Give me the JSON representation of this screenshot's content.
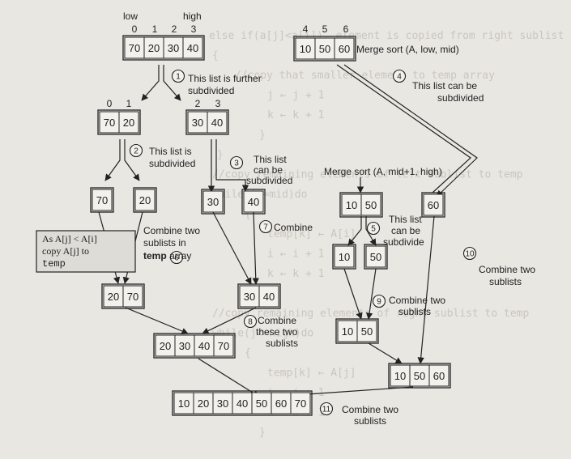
{
  "colors": {
    "paper": "#e9e7e2",
    "cell_fill": "#f3f1ec",
    "ink": "#222222",
    "ghost": "#c9c6c0",
    "note_fill": "#dedcd7"
  },
  "headers": {
    "low": "low",
    "high": "high",
    "top_indices": [
      "0",
      "1",
      "2",
      "3"
    ],
    "right_indices": [
      "4",
      "5",
      "6"
    ],
    "left_half_indices": [
      "0",
      "1"
    ],
    "right_half_indices": [
      "2",
      "3"
    ]
  },
  "arrays": {
    "top_list": [
      "70",
      "20",
      "30",
      "40"
    ],
    "top_right_list": [
      "10",
      "50",
      "60"
    ],
    "left_half": [
      "70",
      "20"
    ],
    "right_half": [
      "30",
      "40"
    ],
    "single_70": [
      "70"
    ],
    "single_20": [
      "20"
    ],
    "single_30": [
      "30"
    ],
    "single_40": [
      "40"
    ],
    "pair_10_50": [
      "10",
      "50"
    ],
    "single_60": [
      "60"
    ],
    "single_10": [
      "10"
    ],
    "single_50": [
      "50"
    ],
    "merged_20_70": [
      "20",
      "70"
    ],
    "merged_30_40": [
      "30",
      "40"
    ],
    "merged_10_50": [
      "10",
      "50"
    ],
    "merged_20_30_40_70": [
      "20",
      "30",
      "40",
      "70"
    ],
    "merged_10_50_60": [
      "10",
      "50",
      "60"
    ],
    "final_list": [
      "10",
      "20",
      "30",
      "40",
      "50",
      "60",
      "70"
    ]
  },
  "labels": {
    "merge_sort_low_mid": "Merge sort (A, low, mid)",
    "merge_sort_mid_high": "Merge sort (A, mid+1, high)",
    "step1_line1": "This list is further",
    "step1_line2": "subdivided",
    "step2_line1": "This list is",
    "step2_line2": "subdivided",
    "step3_line1": "This list",
    "step3_line2": "can be",
    "step3_line3": "subdivided",
    "step4_line1": "This list can be",
    "step4_line2": "subdivided",
    "step5_line1": "This list",
    "step5_line2": "can be",
    "step5_line3": "subdivide",
    "step6_line1": "Combine two",
    "step6_line2": "sublists in",
    "step6_bold": "temp",
    "step6_tail": " array",
    "step7": "Combine",
    "step8_line1": "Combine",
    "step8_line2": "these two",
    "step8_line3": "sublists",
    "step9_line1": "Combine two",
    "step9_line2": "sublists",
    "step10_line1": "Combine two",
    "step10_line2": "sublists",
    "step11_line1": "Combine two",
    "step11_line2": "sublists",
    "note_line1": "As A[j] < A[i]",
    "note_line2": "copy A[j] to",
    "note_line3": "temp"
  },
  "steps": [
    "1",
    "2",
    "3",
    "4",
    "5",
    "6",
    "7",
    "8",
    "9",
    "10",
    "11"
  ],
  "background_code": [
    "else if(a[j]<a[i]), element is copied from right sublist",
    "{",
    "//copy that smaller element to temp array",
    "j ← j + 1",
    "k ← k + 1",
    "}",
    "}",
    "//copy remaining elements of left sublist to temp",
    "while(i<=mid)do",
    "{",
    "temp[k] ← A[i]",
    "i ← i + 1",
    "k ← k + 1",
    "}",
    "//copy remaining elements of right sublist to temp",
    "while(j<=high)do",
    "{",
    "temp[k] ← A[j]",
    "j ← j + 1",
    "k ← k + 1",
    "}"
  ]
}
